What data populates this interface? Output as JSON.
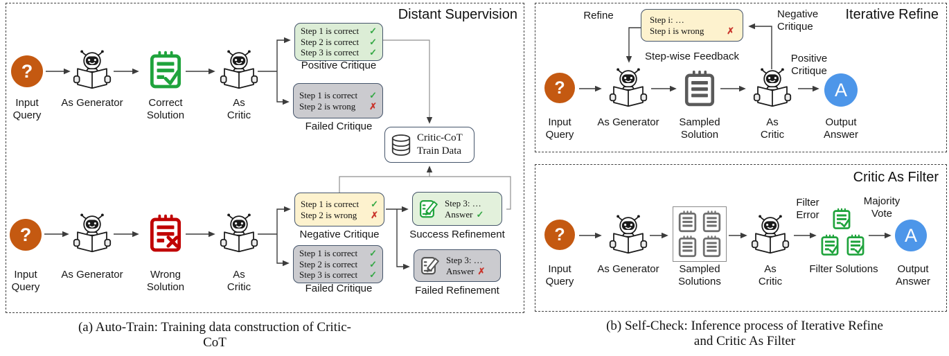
{
  "colors": {
    "accent_orange": "#C45911",
    "accent_blue": "#4D96E9",
    "solution_green": "#1FA33C",
    "solution_red": "#C00000",
    "solution_gray": "#5A5A5A",
    "box_border": "#44546A",
    "positive_bg": "#DCEDD6",
    "failed_bg": "#CBCBCF",
    "negative_bg": "#FDF2CE",
    "refine_bg": "#E3F1DC",
    "check_green": "#35A845",
    "cross_red": "#C9342B"
  },
  "glyphs": {
    "question": "?",
    "answer": "A"
  },
  "panel_a": {
    "title": "Distant Supervision",
    "caption": "(a) Auto-Train: Training data construction of Critic-CoT",
    "top_row": {
      "input_query": "Input Query",
      "as_generator": "As Generator",
      "correct_solution": "Correct Solution",
      "as_critic": "As Critic"
    },
    "bottom_row": {
      "input_query": "Input Query",
      "as_generator": "As Generator",
      "wrong_solution": "Wrong Solution",
      "as_critic": "As Critic"
    },
    "positive_critique": {
      "label": "Positive Critique",
      "lines": [
        {
          "t": "Step 1 is correct",
          "m": "✓"
        },
        {
          "t": "Step 2 is correct",
          "m": "✓"
        },
        {
          "t": "Step 3 is correct",
          "m": "✓"
        }
      ]
    },
    "failed_critique_top": {
      "label": "Failed Critique",
      "lines": [
        {
          "t": "Step 1 is correct",
          "m": "✓"
        },
        {
          "t": "Step 2 is wrong",
          "m": "✗"
        }
      ]
    },
    "train_data": {
      "line1": "Critic-CoT",
      "line2": "Train Data"
    },
    "negative_critique": {
      "label": "Negative Critique",
      "lines": [
        {
          "t": "Step 1 is correct",
          "m": "✓"
        },
        {
          "t": "Step 2 is wrong",
          "m": "✗"
        }
      ]
    },
    "failed_critique_bottom": {
      "label": "Failed Critique",
      "lines": [
        {
          "t": "Step 1 is correct",
          "m": "✓"
        },
        {
          "t": "Step 2 is correct",
          "m": "✓"
        },
        {
          "t": "Step 3 is correct",
          "m": "✓"
        }
      ]
    },
    "success_refinement": {
      "label": "Success Refinement",
      "lines": [
        {
          "t": "Step 3: …",
          "m": ""
        },
        {
          "t": "Answer",
          "m": "✓"
        }
      ]
    },
    "failed_refinement": {
      "label": "Failed Refinement",
      "lines": [
        {
          "t": "Step 3: …",
          "m": ""
        },
        {
          "t": "Answer",
          "m": "✗"
        }
      ]
    }
  },
  "panel_b": {
    "title": "Iterative Refine",
    "refine_label": "Refine",
    "negative_critique_label": "Negative\nCritique",
    "positive_critique_label": "Positive\nCritique",
    "feedback": {
      "label": "Step-wise Feedback",
      "lines": [
        {
          "t": "Step i: …",
          "m": ""
        },
        {
          "t": "Step i is wrong",
          "m": "✗"
        }
      ]
    },
    "row": {
      "input_query": "Input Query",
      "as_generator": "As Generator",
      "sampled_solution": "Sampled Solution",
      "as_critic": "As Critic",
      "output_answer": "Output Answer"
    }
  },
  "panel_c": {
    "title": "Critic As Filter",
    "filter_error_label": "Filter\nError",
    "majority_vote_label": "Majority\nVote",
    "row": {
      "input_query": "Input Query",
      "as_generator": "As Generator",
      "sampled_solutions": "Sampled Solutions",
      "as_critic": "As Critic",
      "filter_solutions": "Filter Solutions",
      "output_answer": "Output Answer"
    },
    "caption": "(b) Self-Check: Inference process of Iterative Refine\nand Critic As Filter"
  }
}
